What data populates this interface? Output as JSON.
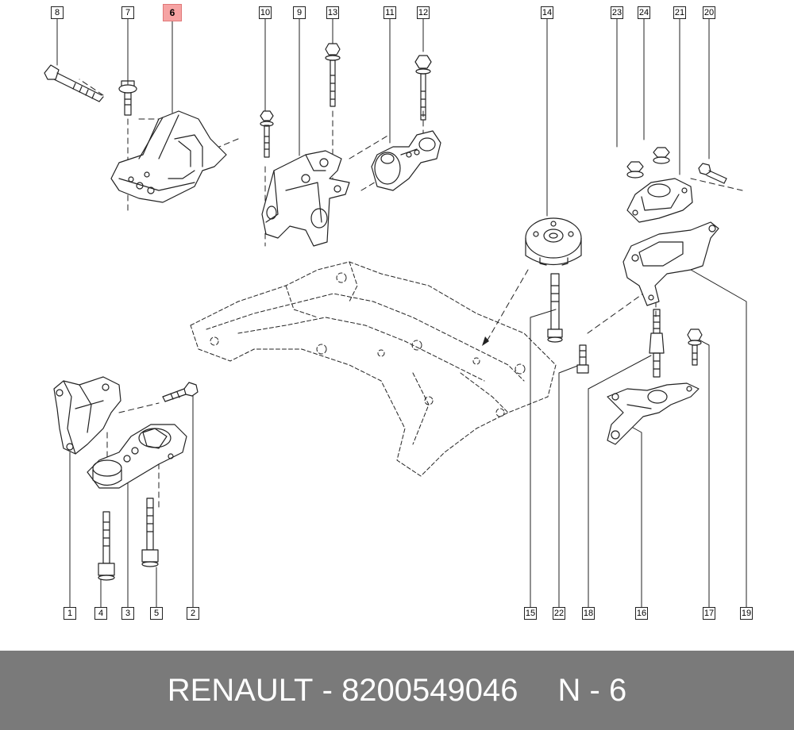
{
  "diagram": {
    "callouts": [
      {
        "id": "c8",
        "label": "8"
      },
      {
        "id": "c7",
        "label": "7"
      },
      {
        "id": "c6",
        "label": "6",
        "highlight": true
      },
      {
        "id": "c10",
        "label": "10"
      },
      {
        "id": "c9",
        "label": "9"
      },
      {
        "id": "c13",
        "label": "13"
      },
      {
        "id": "c11",
        "label": "11"
      },
      {
        "id": "c12",
        "label": "12"
      },
      {
        "id": "c14",
        "label": "14"
      },
      {
        "id": "c23",
        "label": "23"
      },
      {
        "id": "c24",
        "label": "24"
      },
      {
        "id": "c21",
        "label": "21"
      },
      {
        "id": "c20",
        "label": "20"
      },
      {
        "id": "c1",
        "label": "1"
      },
      {
        "id": "c4",
        "label": "4"
      },
      {
        "id": "c3",
        "label": "3"
      },
      {
        "id": "c5",
        "label": "5"
      },
      {
        "id": "c2",
        "label": "2"
      },
      {
        "id": "c15",
        "label": "15"
      },
      {
        "id": "c22",
        "label": "22"
      },
      {
        "id": "c18",
        "label": "18"
      },
      {
        "id": "c16",
        "label": "16"
      },
      {
        "id": "c17",
        "label": "17"
      },
      {
        "id": "c19",
        "label": "19"
      }
    ],
    "highlight_color": "#f6a3a3"
  },
  "footer": {
    "brand": "RENAULT",
    "separator": "-",
    "part_number": "8200549046",
    "ref_label": "N",
    "ref_separator": "-",
    "ref_number": "6",
    "background_color": "#7a7a7a"
  }
}
